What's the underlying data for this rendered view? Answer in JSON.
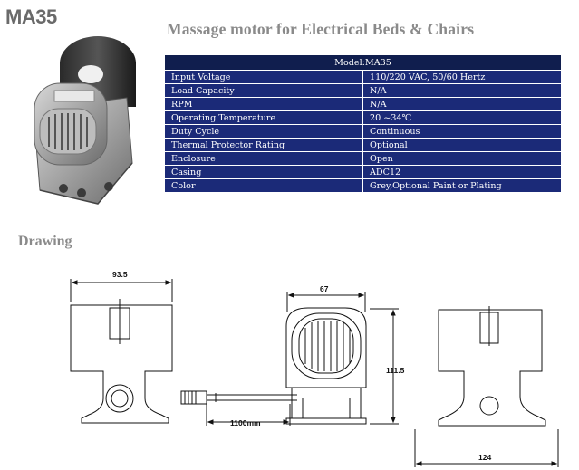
{
  "model_code": "MA35",
  "title": "Massage motor for Electrical Beds & Chairs",
  "spec_table": {
    "header": "Model:MA35",
    "rows": [
      {
        "label": "Input Voltage",
        "value": "110/220 VAC, 50/60 Hertz"
      },
      {
        "label": "Load Capacity",
        "value": "N/A"
      },
      {
        "label": "RPM",
        "value": "N/A"
      },
      {
        "label": "Operating Temperature",
        "value": "20 ~34℃"
      },
      {
        "label": "Duty Cycle",
        "value": "Continuous"
      },
      {
        "label": "Thermal Protector Rating",
        "value": "Optional"
      },
      {
        "label": "Enclosure",
        "value": "Open"
      },
      {
        "label": "Casing",
        "value": "ADC12"
      },
      {
        "label": "Color",
        "value": "Grey,Optional Paint or Plating"
      }
    ]
  },
  "drawing": {
    "section_title": "Drawing",
    "dimensions": {
      "side_width": "93.5",
      "front_width": "67",
      "height": "111.5",
      "cable_length": "1100mm",
      "base_length": "124"
    }
  },
  "colors": {
    "table_header_bg": "#101e4e",
    "table_row_bg": "#1b2a78",
    "title_grey": "#8a8a8a"
  }
}
